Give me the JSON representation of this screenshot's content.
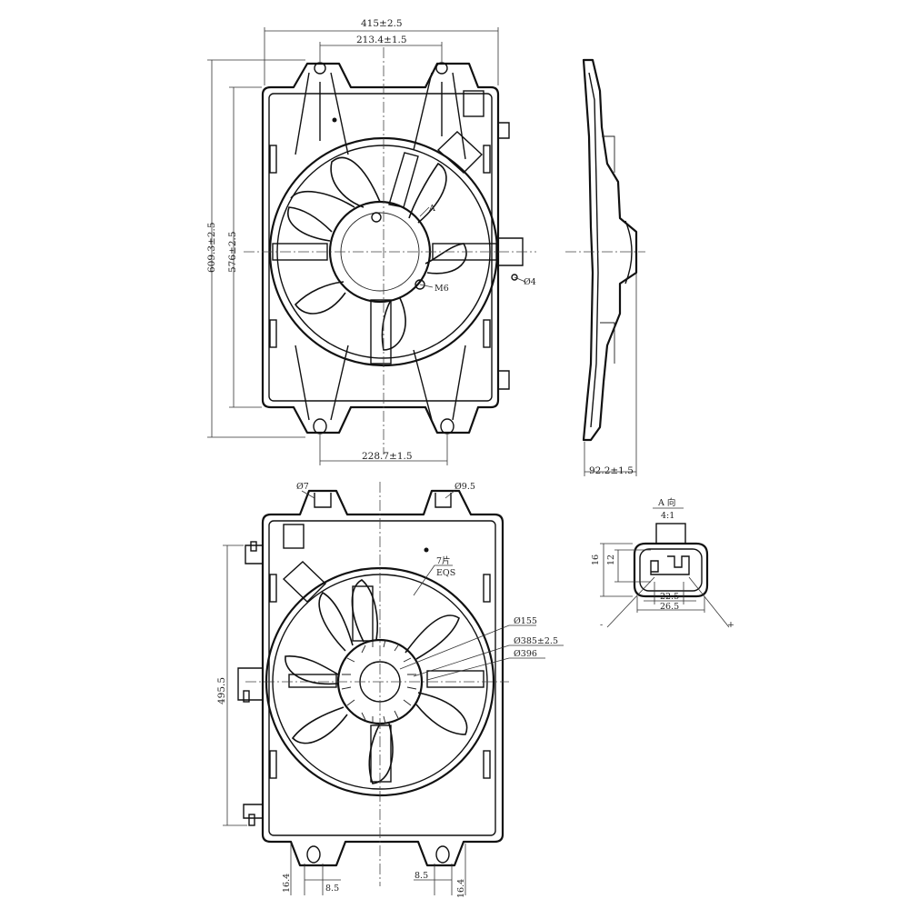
{
  "front_view": {
    "dim_width_overall": "415±2.5",
    "dim_width_top_mounts": "213.4±1.5",
    "dim_width_bottom_mounts": "228.7±1.5",
    "dim_height_overall": "609.3±2.5",
    "dim_height_frame": "576±2.5",
    "callout_a": "A",
    "callout_m6": "M6",
    "callout_dia4": "Ø4"
  },
  "side_view": {
    "dim_depth": "92.2±1.5"
  },
  "rear_view": {
    "callout_dia7": "Ø7",
    "callout_dia9_5": "Ø9.5",
    "blades_count": "7片",
    "blades_type": "EQS",
    "dia_hub": "Ø155",
    "dia_fan": "Ø385±2.5",
    "dia_shroud": "Ø396",
    "dim_height_side": "495.5",
    "dim_left_offset": "16.4",
    "dim_left_slot": "8.5",
    "dim_right_slot": "8.5",
    "dim_right_offset": "16.4"
  },
  "connector_detail": {
    "title": "A 向",
    "scale": "4:1",
    "dim_outer_height": "16",
    "dim_inner_height": "12",
    "dim_pin_spacing": "22.5",
    "dim_outer_width": "26.5",
    "label_minus": "-",
    "label_plus": "+"
  }
}
